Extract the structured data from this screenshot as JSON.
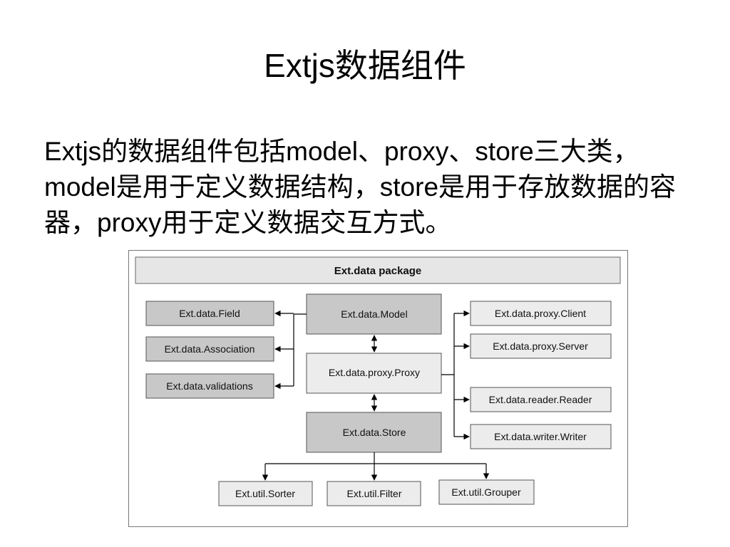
{
  "slide": {
    "title": "Extjs数据组件",
    "body": "Extjs的数据组件包括model、proxy、store三大类，model是用于定义数据结构，store是用于存放数据的容器，proxy用于定义数据交互方式。"
  },
  "diagram": {
    "package_title": "Ext.data package",
    "left_boxes": [
      "Ext.data.Field",
      "Ext.data.Association",
      "Ext.data.validations"
    ],
    "center_boxes": [
      "Ext.data.Model",
      "Ext.data.proxy.Proxy",
      "Ext.data.Store"
    ],
    "right_boxes": [
      "Ext.data.proxy.Client",
      "Ext.data.proxy.Server",
      "Ext.data.reader.Reader",
      "Ext.data.writer.Writer"
    ],
    "bottom_boxes": [
      "Ext.util.Sorter",
      "Ext.util.Filter",
      "Ext.util.Grouper"
    ],
    "colors": {
      "dark_fill": "#c8c8c8",
      "light_fill": "#ececec",
      "stroke": "#555555",
      "line": "#000000"
    }
  }
}
